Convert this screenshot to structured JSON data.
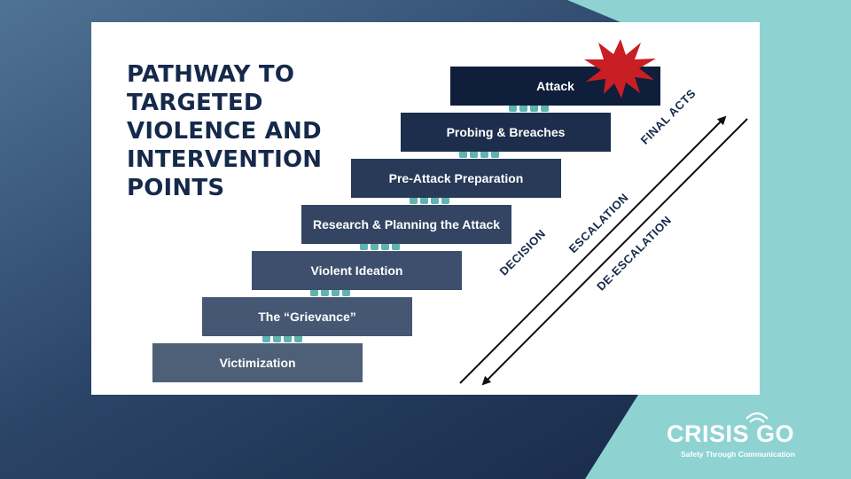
{
  "title": "PATHWAY TO\nTARGETED\nVIOLENCE AND\nINTERVENTION\nPOINTS",
  "steps": [
    {
      "label": "Victimization"
    },
    {
      "label": "The “Grievance”"
    },
    {
      "label": "Violent Ideation"
    },
    {
      "label": "Research & Planning the Attack"
    },
    {
      "label": "Pre-Attack Preparation"
    },
    {
      "label": "Probing & Breaches"
    },
    {
      "label": "Attack"
    }
  ],
  "side_labels": {
    "decision": "DECISION",
    "escalation": "ESCALATION",
    "final_acts": "FINAL ACTS",
    "de_escalation": "DE-ESCALATION"
  },
  "logo": {
    "name": "CRISIS GO",
    "tagline": "Safety Through Communication"
  },
  "colors": {
    "navy": "#15294a",
    "teal": "#8ed3d2",
    "dot_teal": "#5fb3b0",
    "burst_red": "#c81e24",
    "step_gradient": [
      "#4e5f78",
      "#0f1e3a"
    ]
  }
}
